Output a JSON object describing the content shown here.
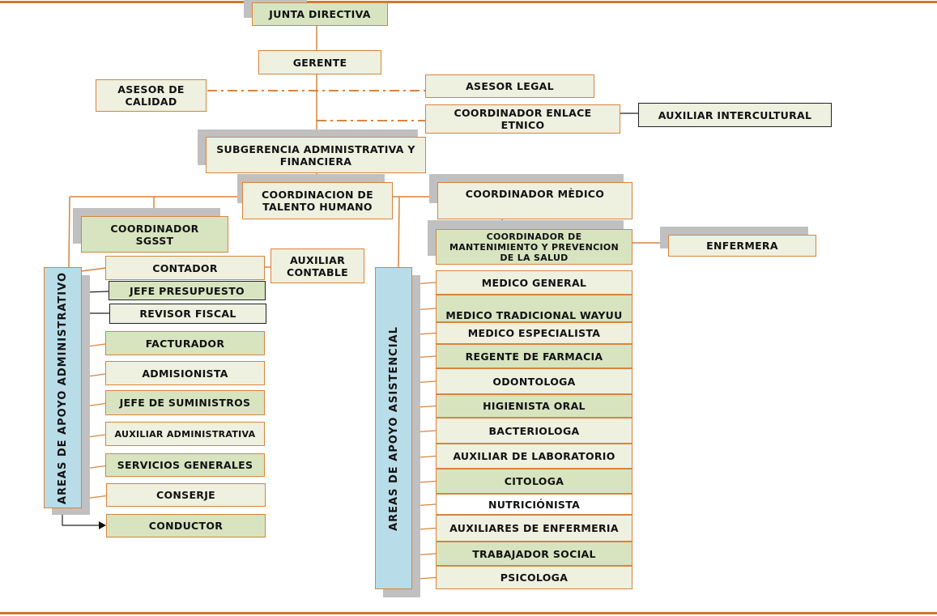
{
  "diagram": {
    "type": "org-chart",
    "colors": {
      "border": "#d8843c",
      "light_fill": "#eef0e0",
      "green_fill": "#d8e4c0",
      "area_fill": "#b8dce8",
      "shadow": "#c0c0c0",
      "rule": "#d0782a"
    },
    "top": {
      "junta": "JUNTA DIRECTIVA",
      "gerente": "GERENTE",
      "asesor_calidad": "ASESOR DE CALIDAD",
      "asesor_legal": "ASESOR LEGAL",
      "coordinador_enlace": "COORDINADOR  ENLACE ETNICO",
      "auxiliar_intercultural": "AUXILIAR  INTERCULTURAL",
      "subgerencia": "SUBGERENCIA  ADMINISTRATIVA Y FINANCIERA",
      "talento_humano": "COORDINACION DE TALENTO HUMANO",
      "coordinador_sgsst": "COORDINADOR SGSST",
      "coordinador_medico": "COORDINADOR  MÈDICO",
      "coordinador_mantenimiento": "COORDINADOR DE MANTENIMIENTO Y PREVENCION DE LA SALUD",
      "enfermera": "ENFERMERA"
    },
    "admin": {
      "area_label": "AREAS DE APOYO ADMINISTRATIVO",
      "contador": "CONTADOR",
      "auxiliar_contable": "AUXILIAR CONTABLE",
      "items": [
        "JEFE PRESUPUESTO",
        "REVISOR FISCAL",
        "FACTURADOR",
        "ADMISIONISTA",
        "JEFE DE SUMINISTROS",
        "AUXILIAR ADMINISTRATIVA",
        "SERVICIOS GENERALES",
        "CONSERJE",
        "CONDUCTOR"
      ]
    },
    "asistencial": {
      "area_label": "AREAS DE APOYO   ASISTENCIAL",
      "items": [
        "MEDICO GENERAL",
        "MEDICO TRADICIONAL WAYUU",
        "MEDICO ESPECIALISTA",
        "REGENTE DE FARMACIA",
        "ODONTOLOGA",
        "HIGIENISTA ORAL",
        "BACTERIOLOGA",
        "AUXILIAR DE LABORATORIO",
        "CITOLOGA",
        "NUTRICIÓNISTA",
        "AUXILIARES DE ENFERMERIA",
        "TRABAJADOR SOCIAL",
        "PSICOLOGA"
      ]
    }
  }
}
